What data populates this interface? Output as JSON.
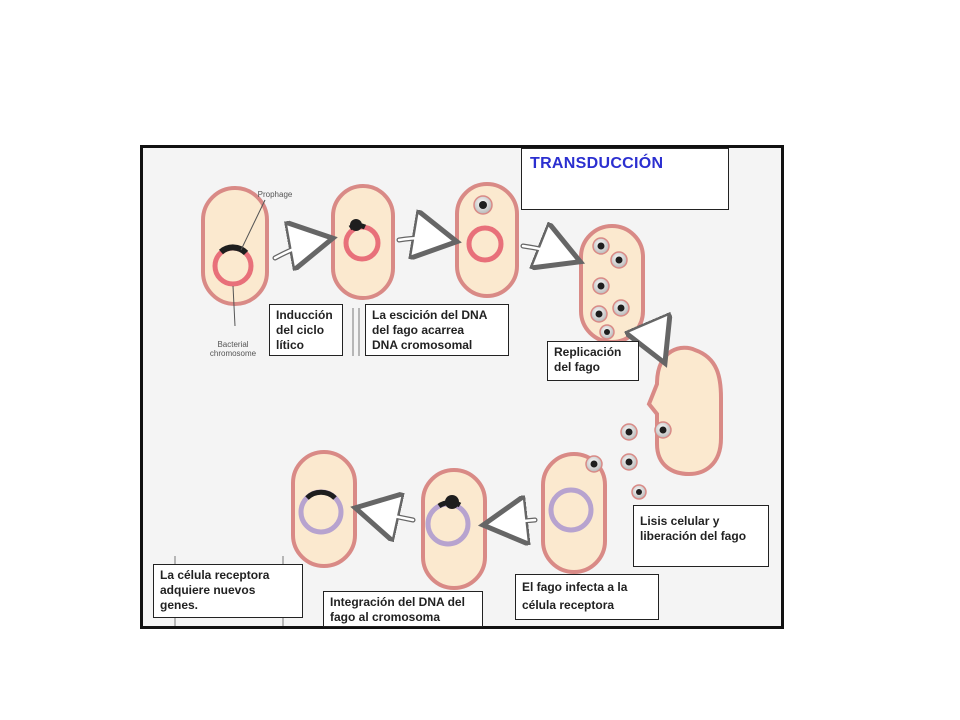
{
  "title": "TRANSDUCCIÓN",
  "labels": {
    "prophage": "Prophage",
    "bacterial_chromosome": "Bacterial\nchromosome"
  },
  "steps": {
    "induction": "Inducción\ndel ciclo\nlítico",
    "excision": "La escición del DNA\ndel fago acarrea\nDNA cromosomal",
    "replication": "Replicación\ndel fago",
    "lysis": "Lisis celular y\nliberación del fago",
    "infection": "El fago infecta a la\ncélula receptora",
    "integration": "Integración del DNA del\nfago al cromosoma",
    "acquisition": "La célula receptora\nadquiere nuevos\ngenes."
  },
  "colors": {
    "cell_fill": "#fbe9cf",
    "cell_border": "#d98a86",
    "donor_chromosome": "#e8707a",
    "recipient_chromosome": "#b7a3cf",
    "phage_dna": "#1e1e1e",
    "title": "#2b2fd0"
  }
}
